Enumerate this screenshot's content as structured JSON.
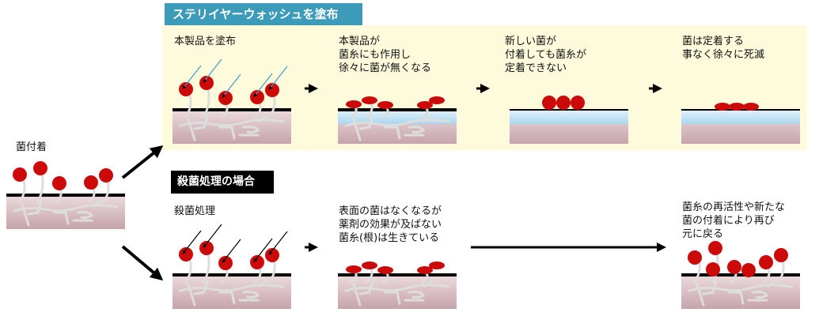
{
  "initial": {
    "label": "菌付着"
  },
  "sterilyer": {
    "title": "ステリイヤーウォッシュを塗布",
    "steps": [
      {
        "label": "本製品を塗布"
      },
      {
        "label": "本製品が\n菌糸にも作用し\n徐々に菌が無くなる"
      },
      {
        "label": "新しい菌が\n付着しても菌糸が\n定着できない"
      },
      {
        "label": "菌は定着する\n事なく徐々に死滅"
      }
    ]
  },
  "sterilization": {
    "title": "殺菌処理の場合",
    "steps": [
      {
        "label": "殺菌処理"
      },
      {
        "label": "表面の菌はなくなるが\n薬剤の効果が及ばない\n菌糸(根)は生きている"
      },
      {
        "label": "菌糸の再活性や新たな\n菌の付着により再び\n元に戻る"
      }
    ]
  },
  "colors": {
    "teal": "#3b9bb9",
    "spore": "#cc0a0a",
    "arrow_blue": "#3a9ec8",
    "yellow_bg": "#fefbdc"
  }
}
